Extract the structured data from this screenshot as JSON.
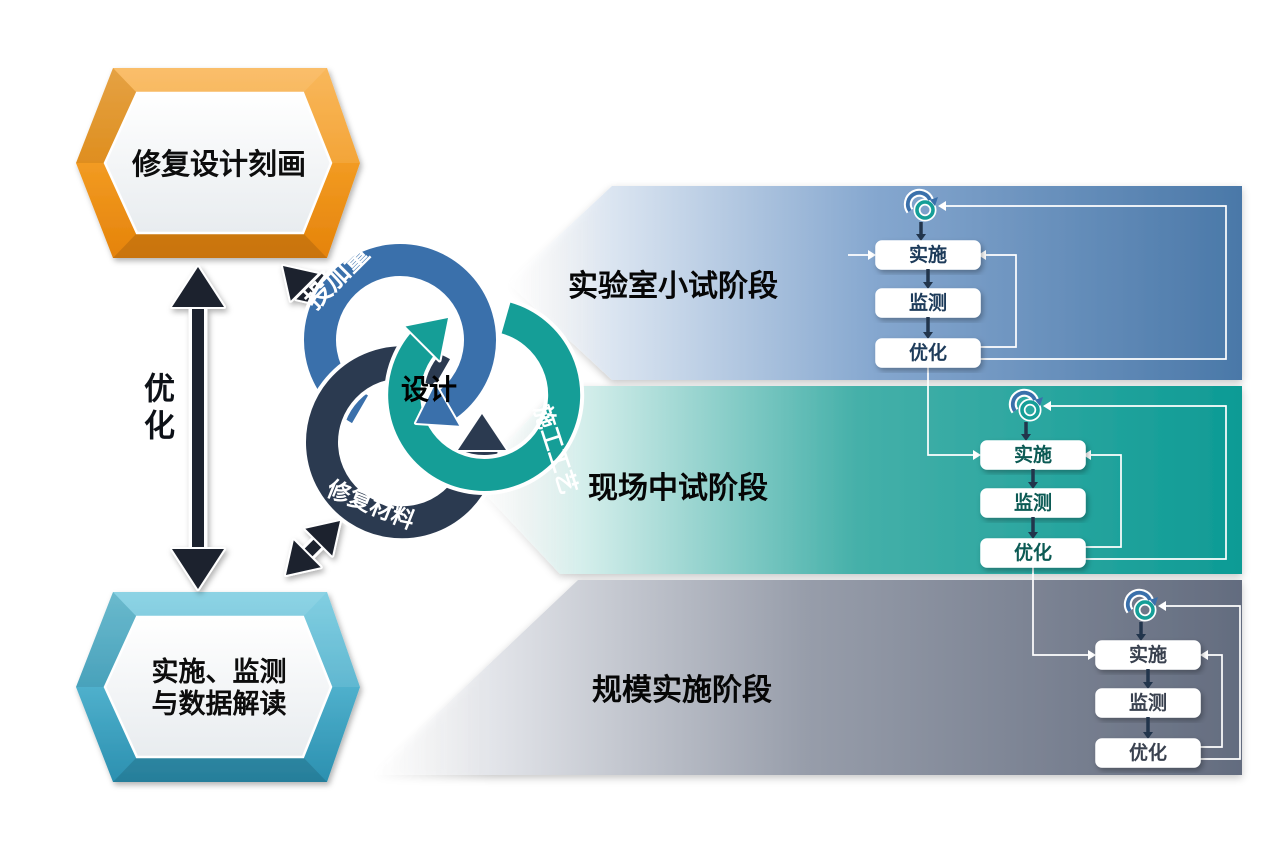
{
  "left_flow": {
    "top_box": {
      "label": "修复设计刻画",
      "color": "#f29b22"
    },
    "between_label": "优化",
    "bottom_box": {
      "line1": "实施、监测",
      "line2": "与数据解读",
      "color": "#4fb0cc"
    }
  },
  "center_cycle": {
    "center_label": "设计",
    "rings": [
      {
        "label": "投加量",
        "color": "#3a70ab"
      },
      {
        "label": "施工工艺",
        "color": "#159e97"
      },
      {
        "label": "修复材料",
        "color": "#2b3a50"
      }
    ]
  },
  "stages": [
    {
      "label": "实验室小试阶段",
      "color": "#4a78a8",
      "steps": [
        "实施",
        "监测",
        "优化"
      ]
    },
    {
      "label": "现场中试阶段",
      "color": "#0d9b95",
      "steps": [
        "实施",
        "监测",
        "优化"
      ]
    },
    {
      "label": "规模实施阶段",
      "color": "#636c7f",
      "steps": [
        "实施",
        "监测",
        "优化"
      ]
    }
  ]
}
